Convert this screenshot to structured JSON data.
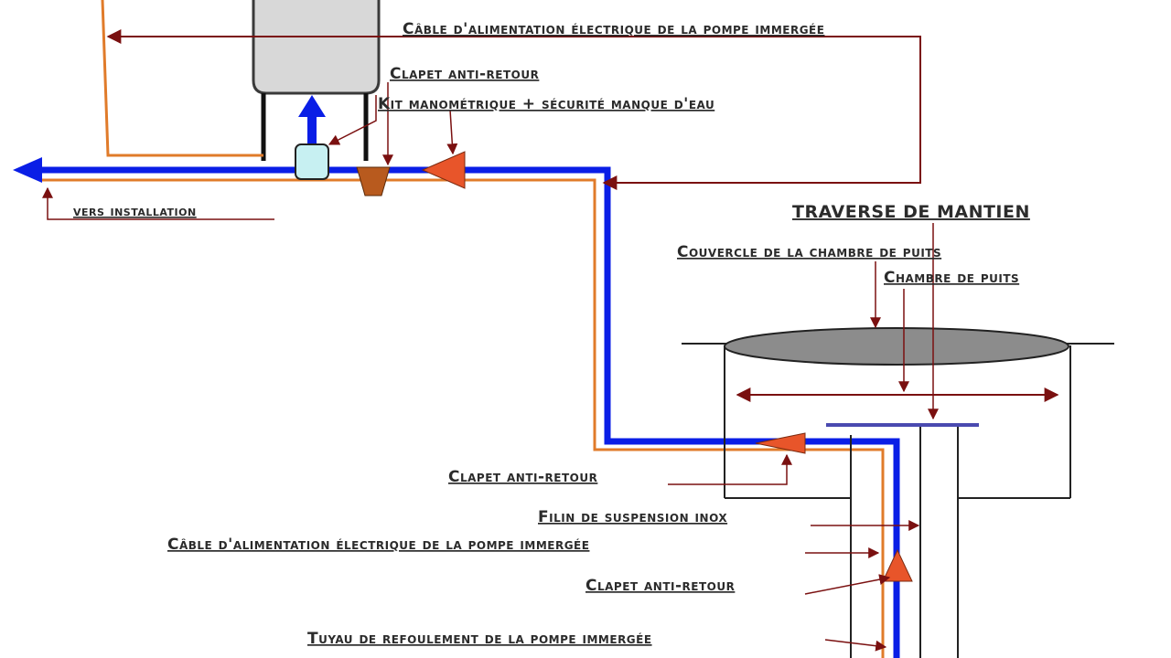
{
  "labels": {
    "cable_top": "Câble d'alimentation électrique de la pompe immergée",
    "clapet_top": "Clapet anti-retour",
    "kit_mano": "Kit manométrique + sécurité manque d'eau",
    "vers_installation": "vers installation",
    "traverse": "TRAVERSE DE MANTIEN",
    "couvercle": "Couvercle de la chambre de puits",
    "chambre": "Chambre de puits",
    "clapet_mid": "Clapet anti-retour",
    "filin": "Filin de suspension inox",
    "cable_bottom": "Câble d'alimentation électrique de la pompe immergée",
    "clapet_bottom": "Clapet anti-retour",
    "tuyau": "Tuyau de refoulement de la pompe immergée"
  },
  "colors": {
    "water_pipe": "#0a1ee6",
    "power_cable": "#e07b2a",
    "leader": "#7a1010",
    "valve": "#e8552a",
    "tank": "#d8d8d8",
    "lid": "#8c8c8c",
    "traverse": "#4a4ab0",
    "pressure_switch": "#c7f0f2",
    "manometer": "#b85a1e"
  }
}
